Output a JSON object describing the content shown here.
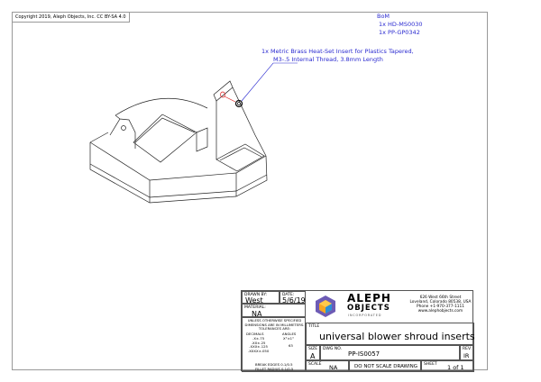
{
  "copyright": "Copyright 2019, Aleph Objects, Inc. CC BY-SA 4.0",
  "bom": {
    "title": "BoM",
    "items": [
      "1x HD-MS0030",
      "1x PP-GP0342"
    ]
  },
  "callout": {
    "line1": "1x Metric Brass Heat-Set Insert for Plastics Tapered,",
    "line2": "M3-.5 Internal Thread, 3.8mm Length"
  },
  "title_block": {
    "drawn_by_label": "DRAWN BY:",
    "drawn_by": "West",
    "date_label": "DATE:",
    "date": "5/6/19",
    "material_label": "MATERIAL:",
    "material": "NA",
    "tolerance_note": "UNLESS OTHERWISE SPECIFIED DIMENSIONS ARE IN MILLIMETERS. TOLERANCES ARE:",
    "decimals_label": "DECIMALS",
    "decimals": [
      ".X±.75",
      ".XX±.25",
      ".XXX±.125",
      ".XXXX±.050"
    ],
    "angles_label": "ANGLES",
    "angles": "X°±1°",
    "finish": "63",
    "break_edges": "BREAK EDGES 0.1/0.5",
    "fillet_radius": "FILLET RADIUS 0.1/0.5",
    "company_line1": "ALEPH",
    "company_line2": "OBJECTS",
    "company_line3": "INCORPORATED",
    "address": [
      "626 West 66th Street",
      "Loveland, Colorado 80538, USA",
      "Phone +1-970-377-1111",
      "www.alephobjects.com"
    ],
    "title_label": "TITLE",
    "title": "universal blower shroud inserts",
    "size_label": "SIZE",
    "size": "A",
    "dwg_label": "DWG NO.",
    "dwg": "PP-IS0057",
    "rev_label": "REV.",
    "rev": "IR",
    "scale_label": "SCALE",
    "scale": "NA",
    "do_not_scale": "DO NOT SCALE DRAWING",
    "sheet_label": "SHEET",
    "sheet": "1 of 1"
  }
}
